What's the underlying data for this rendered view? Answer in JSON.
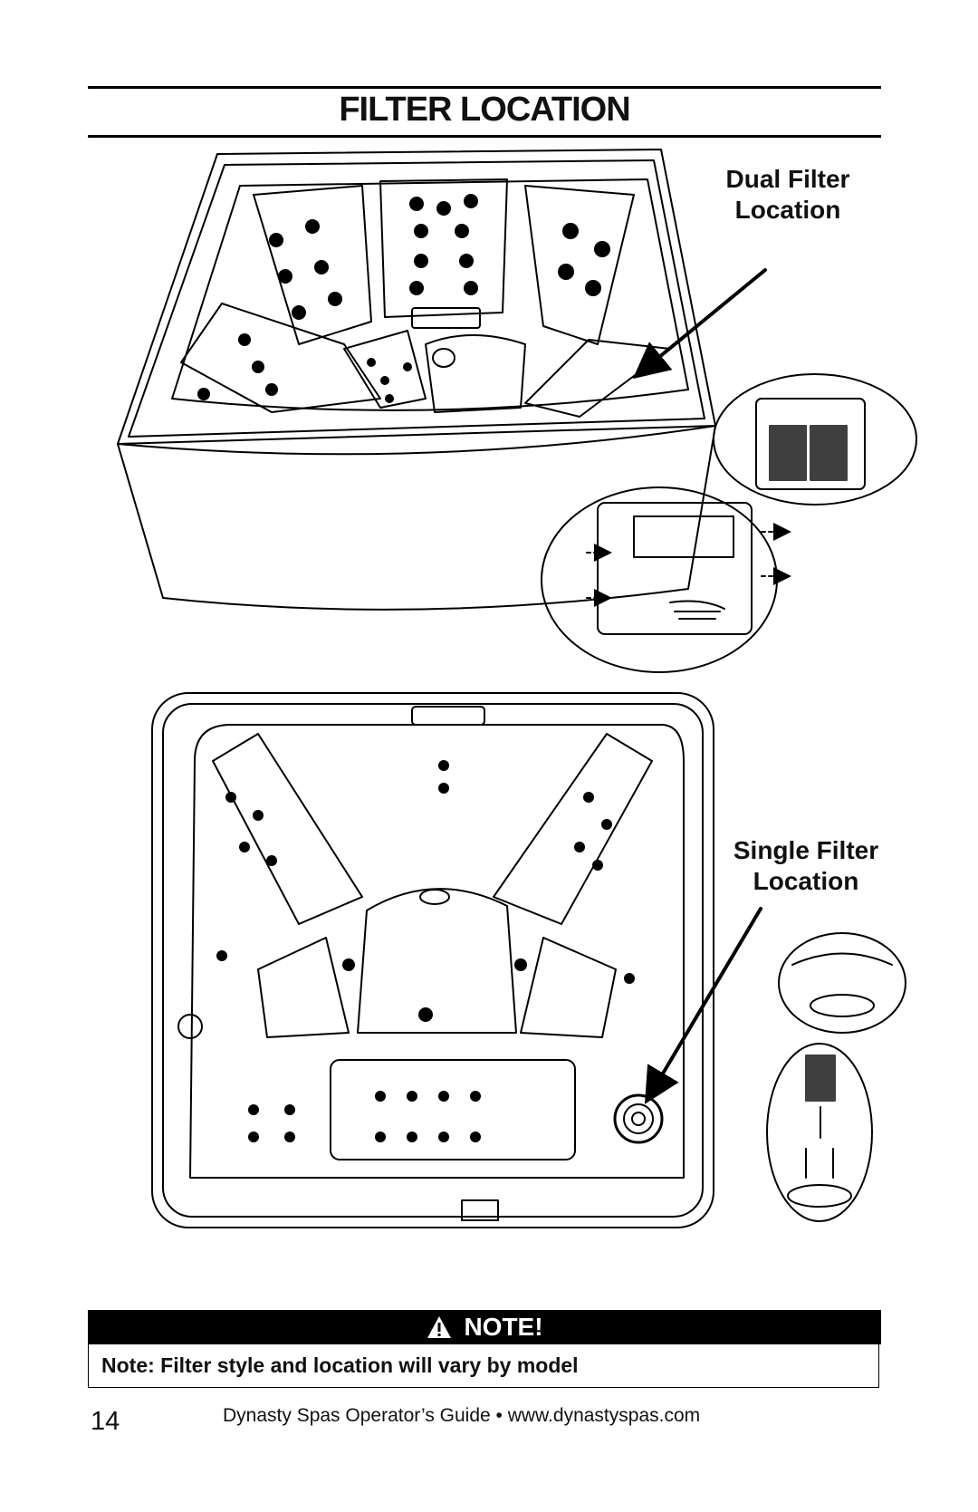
{
  "page": {
    "title": "FILTER LOCATION",
    "page_number": "14",
    "footer": "Dynasty Spas Operator’s Guide • www.dynastyspas.com"
  },
  "figures": {
    "dual": {
      "label_line1": "Dual Filter",
      "label_line2": "Location"
    },
    "single": {
      "label_line1": "Single Filter",
      "label_line2": "Location"
    }
  },
  "note": {
    "heading": "NOTE!",
    "text": "Note: Filter style and location will vary by model",
    "icon": "warning-icon"
  },
  "colors": {
    "ink": "#000000",
    "paper": "#ffffff",
    "note_bar": "#000000",
    "note_heading": "#ffffff"
  }
}
